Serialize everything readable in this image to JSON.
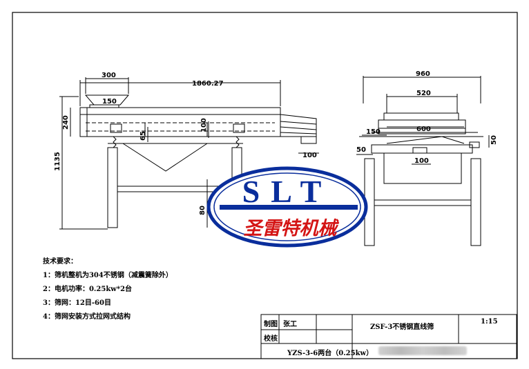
{
  "dimensions": {
    "hopper_width": "300",
    "overall_length": "1860.27",
    "inlet": "150",
    "frame_height": "240",
    "deck_65": "65",
    "deck_100": "100",
    "total_height": "1135",
    "outlet": "100",
    "base": "80",
    "total_width": "960",
    "screen_width": "520",
    "box_width": "600",
    "side_150": "150",
    "side_50_left": "50",
    "side_50_right": "50",
    "bottom_100": "100"
  },
  "logo": {
    "letters": "SLT",
    "company": "圣雷特机械"
  },
  "notes": {
    "title": "技术要求：",
    "items": [
      "1：筛机整机为304不锈钢（减震簧除外）",
      "2：电机功率：0.25kw*2台",
      "3：筛网：12目-60目",
      "4：筛网安装方式拉网式结构"
    ]
  },
  "title_block": {
    "drawn_label": "制图",
    "drawn_by": "张工",
    "check_label": "校核",
    "product": "ZSF-3不锈钢直线筛",
    "scale": "1:15",
    "motor": "YZS-3-6两台（0.25kw）"
  }
}
